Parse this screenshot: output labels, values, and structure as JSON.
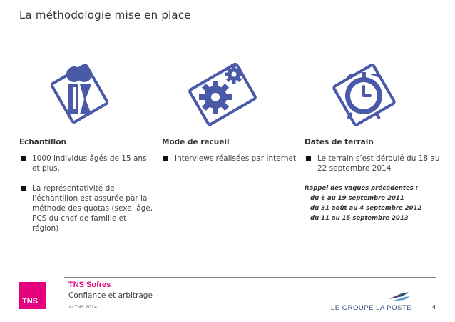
{
  "page": {
    "title": "La méthodologie mise en place"
  },
  "columns": [
    {
      "heading": "Echantillon",
      "bullets": [
        "1000 individus âgés de 15 ans et plus.",
        "La représentativité de l’échantillon est assurée par la méthode des quotas (sexe, âge, PCS du chef de famille et région)"
      ],
      "icon": "people-icon"
    },
    {
      "heading": "Mode de recueil",
      "bullets": [
        "Interviews réalisées par Internet"
      ],
      "icon": "gears-icon"
    },
    {
      "heading": "Dates de terrain",
      "bullets": [
        "Le terrain s’est déroulé du 18 au 22 septembre 2014"
      ],
      "recall": {
        "title": "Rappel des vagues précédentes :",
        "items": [
          "du 6 au 19 septembre 2011",
          "du 31 août au 4 septembre 2012",
          "du 11 au 15 septembre 2013"
        ]
      },
      "icon": "alarm-clock-icon"
    }
  ],
  "footer": {
    "logo_text": "TNS",
    "brand": "TNS Sofres",
    "tagline": "Confiance et arbitrage",
    "copyright": "© TNS 2014",
    "partner": "LE GROUPE LA POSTE",
    "page_number": "4"
  },
  "colors": {
    "icon": "#4a5aa8",
    "brand": "#e5007d"
  }
}
